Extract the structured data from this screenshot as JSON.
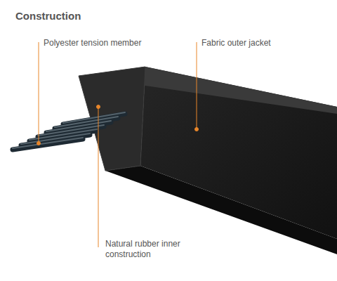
{
  "diagram": {
    "title": "Construction",
    "labels": [
      "Polyester tension member",
      "Fabric outer jacket",
      "Natural rubber inner construction"
    ]
  }
}
